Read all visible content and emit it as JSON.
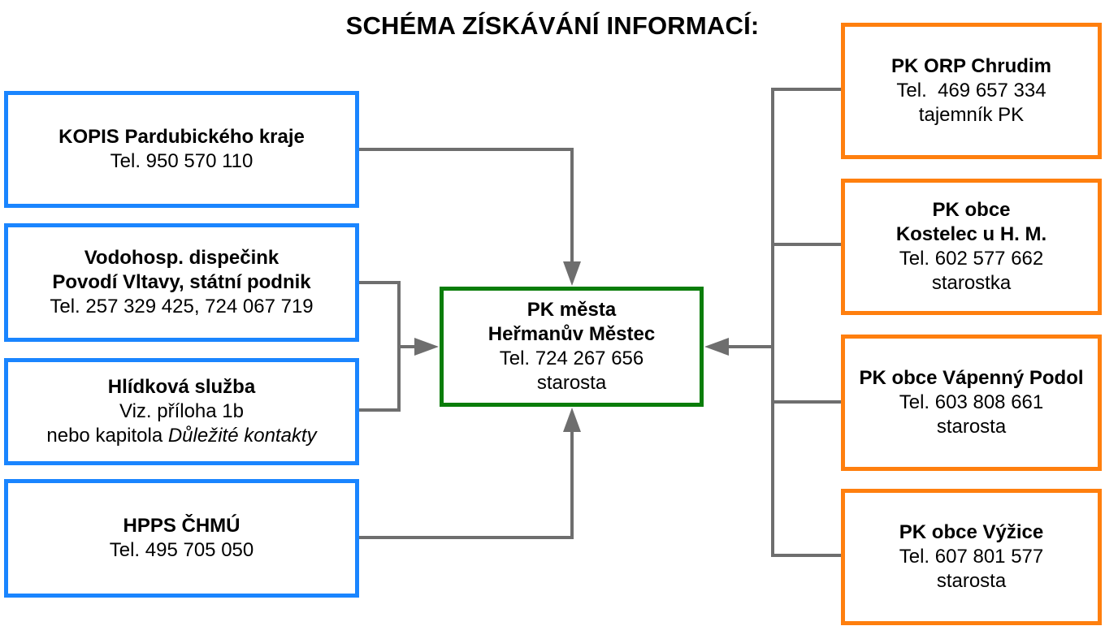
{
  "title": "SCHÉMA ZÍSKÁVÁNÍ INFORMACÍ:",
  "colors": {
    "source_border": "#1a85ff",
    "municipal_border": "#ff7f0e",
    "center_border": "#0a7d0a",
    "connector": "#6e6e6e"
  },
  "center": {
    "name_line1": "PK města",
    "name_line2": "Heřmanův Městec",
    "phone": "Tel. 724 267 656",
    "role": "starosta"
  },
  "left_sources": {
    "kopis": {
      "name": "KOPIS Pardubického kraje",
      "phone": "Tel. 950 570 110"
    },
    "vodohosp": {
      "name_line1": "Vodohosp. dispečink",
      "name_line2": "Povodí Vltavy, státní podnik",
      "phone": "Tel. 257 329 425, 724 067 719"
    },
    "hlidkova": {
      "name": "Hlídková služba",
      "line2": "Viz. příloha 1b",
      "line3_prefix": "nebo kapitola ",
      "line3_italic": "Důležité kontakty"
    },
    "hpps": {
      "name": "HPPS ČHMÚ",
      "phone": "Tel. 495 705 050"
    }
  },
  "right_municipalities": {
    "orp": {
      "name": "PK ORP Chrudim",
      "phone": "Tel.  469 657 334",
      "role": "tajemník PK"
    },
    "kostelec": {
      "name_line1": "PK obce",
      "name_line2": "Kostelec u H. M.",
      "phone": "Tel. 602 577 662",
      "role": "starostka"
    },
    "vapenny": {
      "name": "PK obce Vápenný Podol",
      "phone": "Tel. 603 808 661",
      "role": "starosta"
    },
    "vyzice": {
      "name": "PK obce Výžice",
      "phone": "Tel. 607 801 577",
      "role": "starosta"
    }
  }
}
